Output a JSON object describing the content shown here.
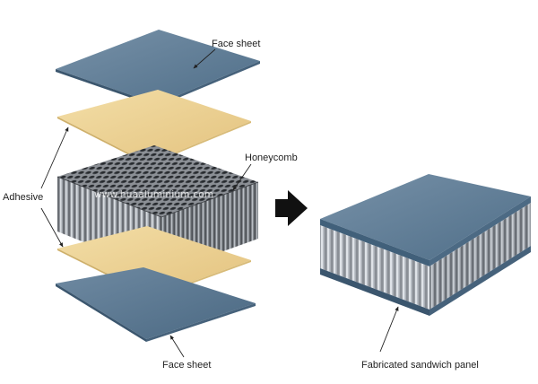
{
  "labels": {
    "face_sheet_top": "Face sheet",
    "face_sheet_bottom": "Face sheet",
    "honeycomb": "Honeycomb",
    "adhesive": "Adhesive",
    "fabricated_panel": "Fabricated sandwich panel"
  },
  "watermark": "www.huaaluminium.com",
  "colors": {
    "face_sheet_top": "#5f7f9a",
    "face_sheet_side": "#3e5a73",
    "adhesive": "#ecd396",
    "honeycomb_light": "#c9cdd3",
    "honeycomb_dark": "#55595f",
    "process_arrow": "#111111"
  }
}
